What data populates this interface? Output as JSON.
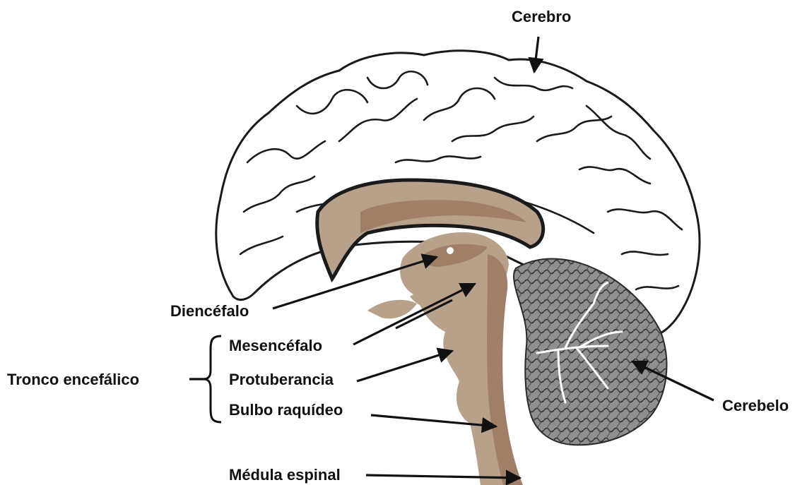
{
  "colors": {
    "background": "#ffffff",
    "outline": "#1a1a1a",
    "brain_fill": "#ffffff",
    "brainstem_light": "#b8a18a",
    "brainstem_dark": "#a07e68",
    "corpus": "#c4ad96",
    "cerebellum_gray": "#8a8a8a",
    "cerebellum_dark": "#3a3a3a",
    "arrow": "#111111"
  },
  "labels": {
    "cerebro": "Cerebro",
    "diencefalo": "Diencéfalo",
    "tronco": "Tronco encefálico",
    "mesencefalo": "Mesencéfalo",
    "protuberancia": "Protuberancia",
    "bulbo": "Bulbo raquídeo",
    "medula": "Médula espinal",
    "cerebelo": "Cerebelo"
  }
}
